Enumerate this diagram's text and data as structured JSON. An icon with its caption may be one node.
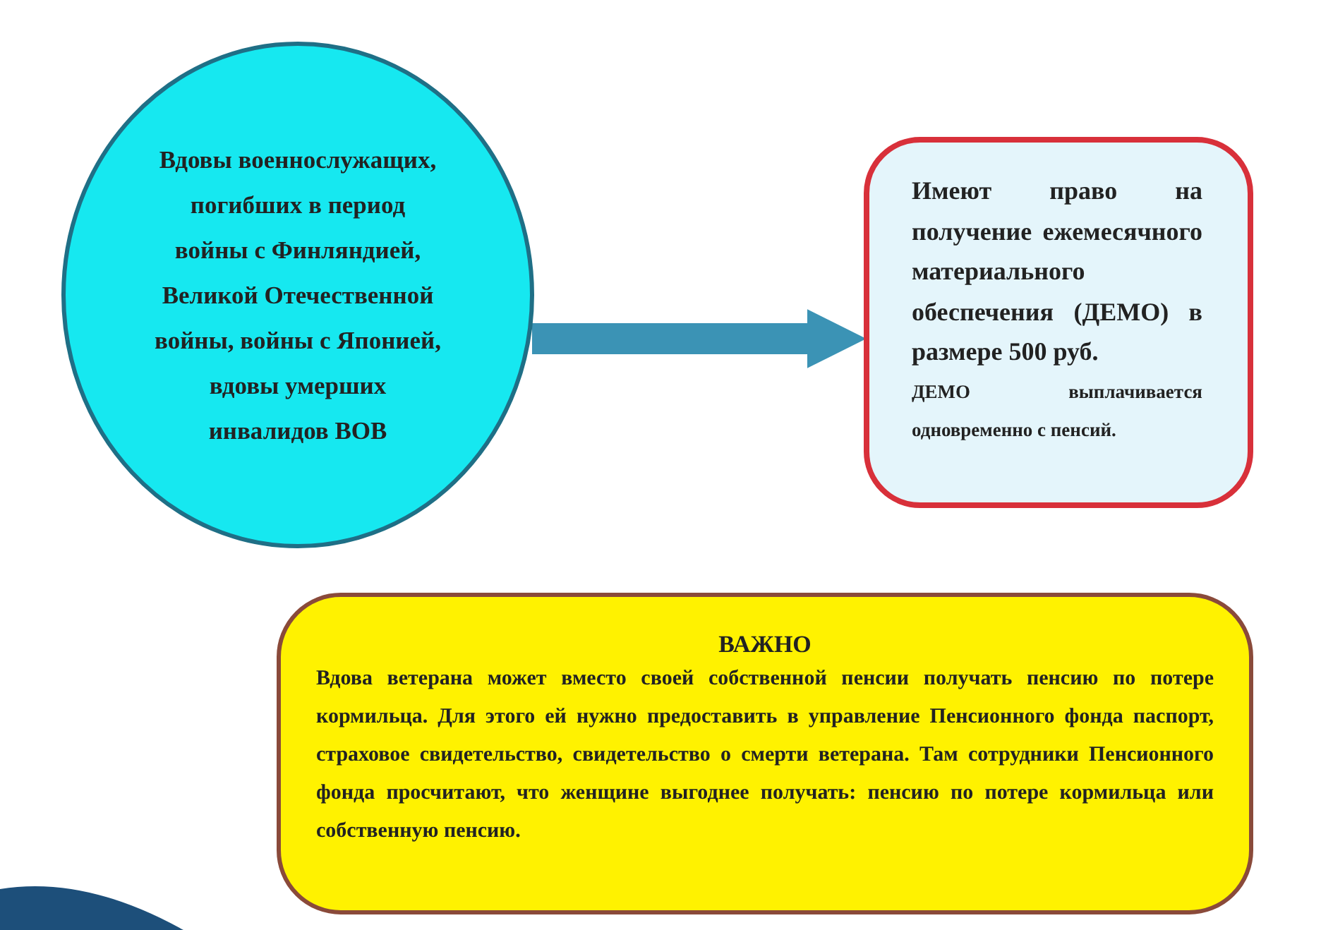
{
  "diagram": {
    "nodes": [
      {
        "text": [
          "Вдовы военнослужащих, погибших в период войны с Финляндией, Великой Отечественной войны, войны с Японией, вдовы умерших инвалидов ВОВ"
        ]
      },
      {
        "text": [
          "Имеют право на получение ежемесячного материального обеспечения (ДЕМО) в размере 500 руб.",
          "ДЕМО выплачивается одновременно с пенсий."
        ]
      },
      {
        "text": [
          "ВАЖНО",
          "Вдова ветерана может вместо своей собственной пенсии получать пенсию по потере кормильца. Для этого ей нужно предоставить в управление Пенсионного фонда паспорт, страховое свидетельство, свидетельство о смерти ветерана. Там сотрудники Пенсионного фонда просчитают, что женщине выгоднее получать: пенсию по потере кормильца или собственную пенсию."
        ]
      }
    ],
    "edges": [
      {
        "from": 0,
        "to": 1,
        "arrow": "to"
      }
    ]
  }
}
